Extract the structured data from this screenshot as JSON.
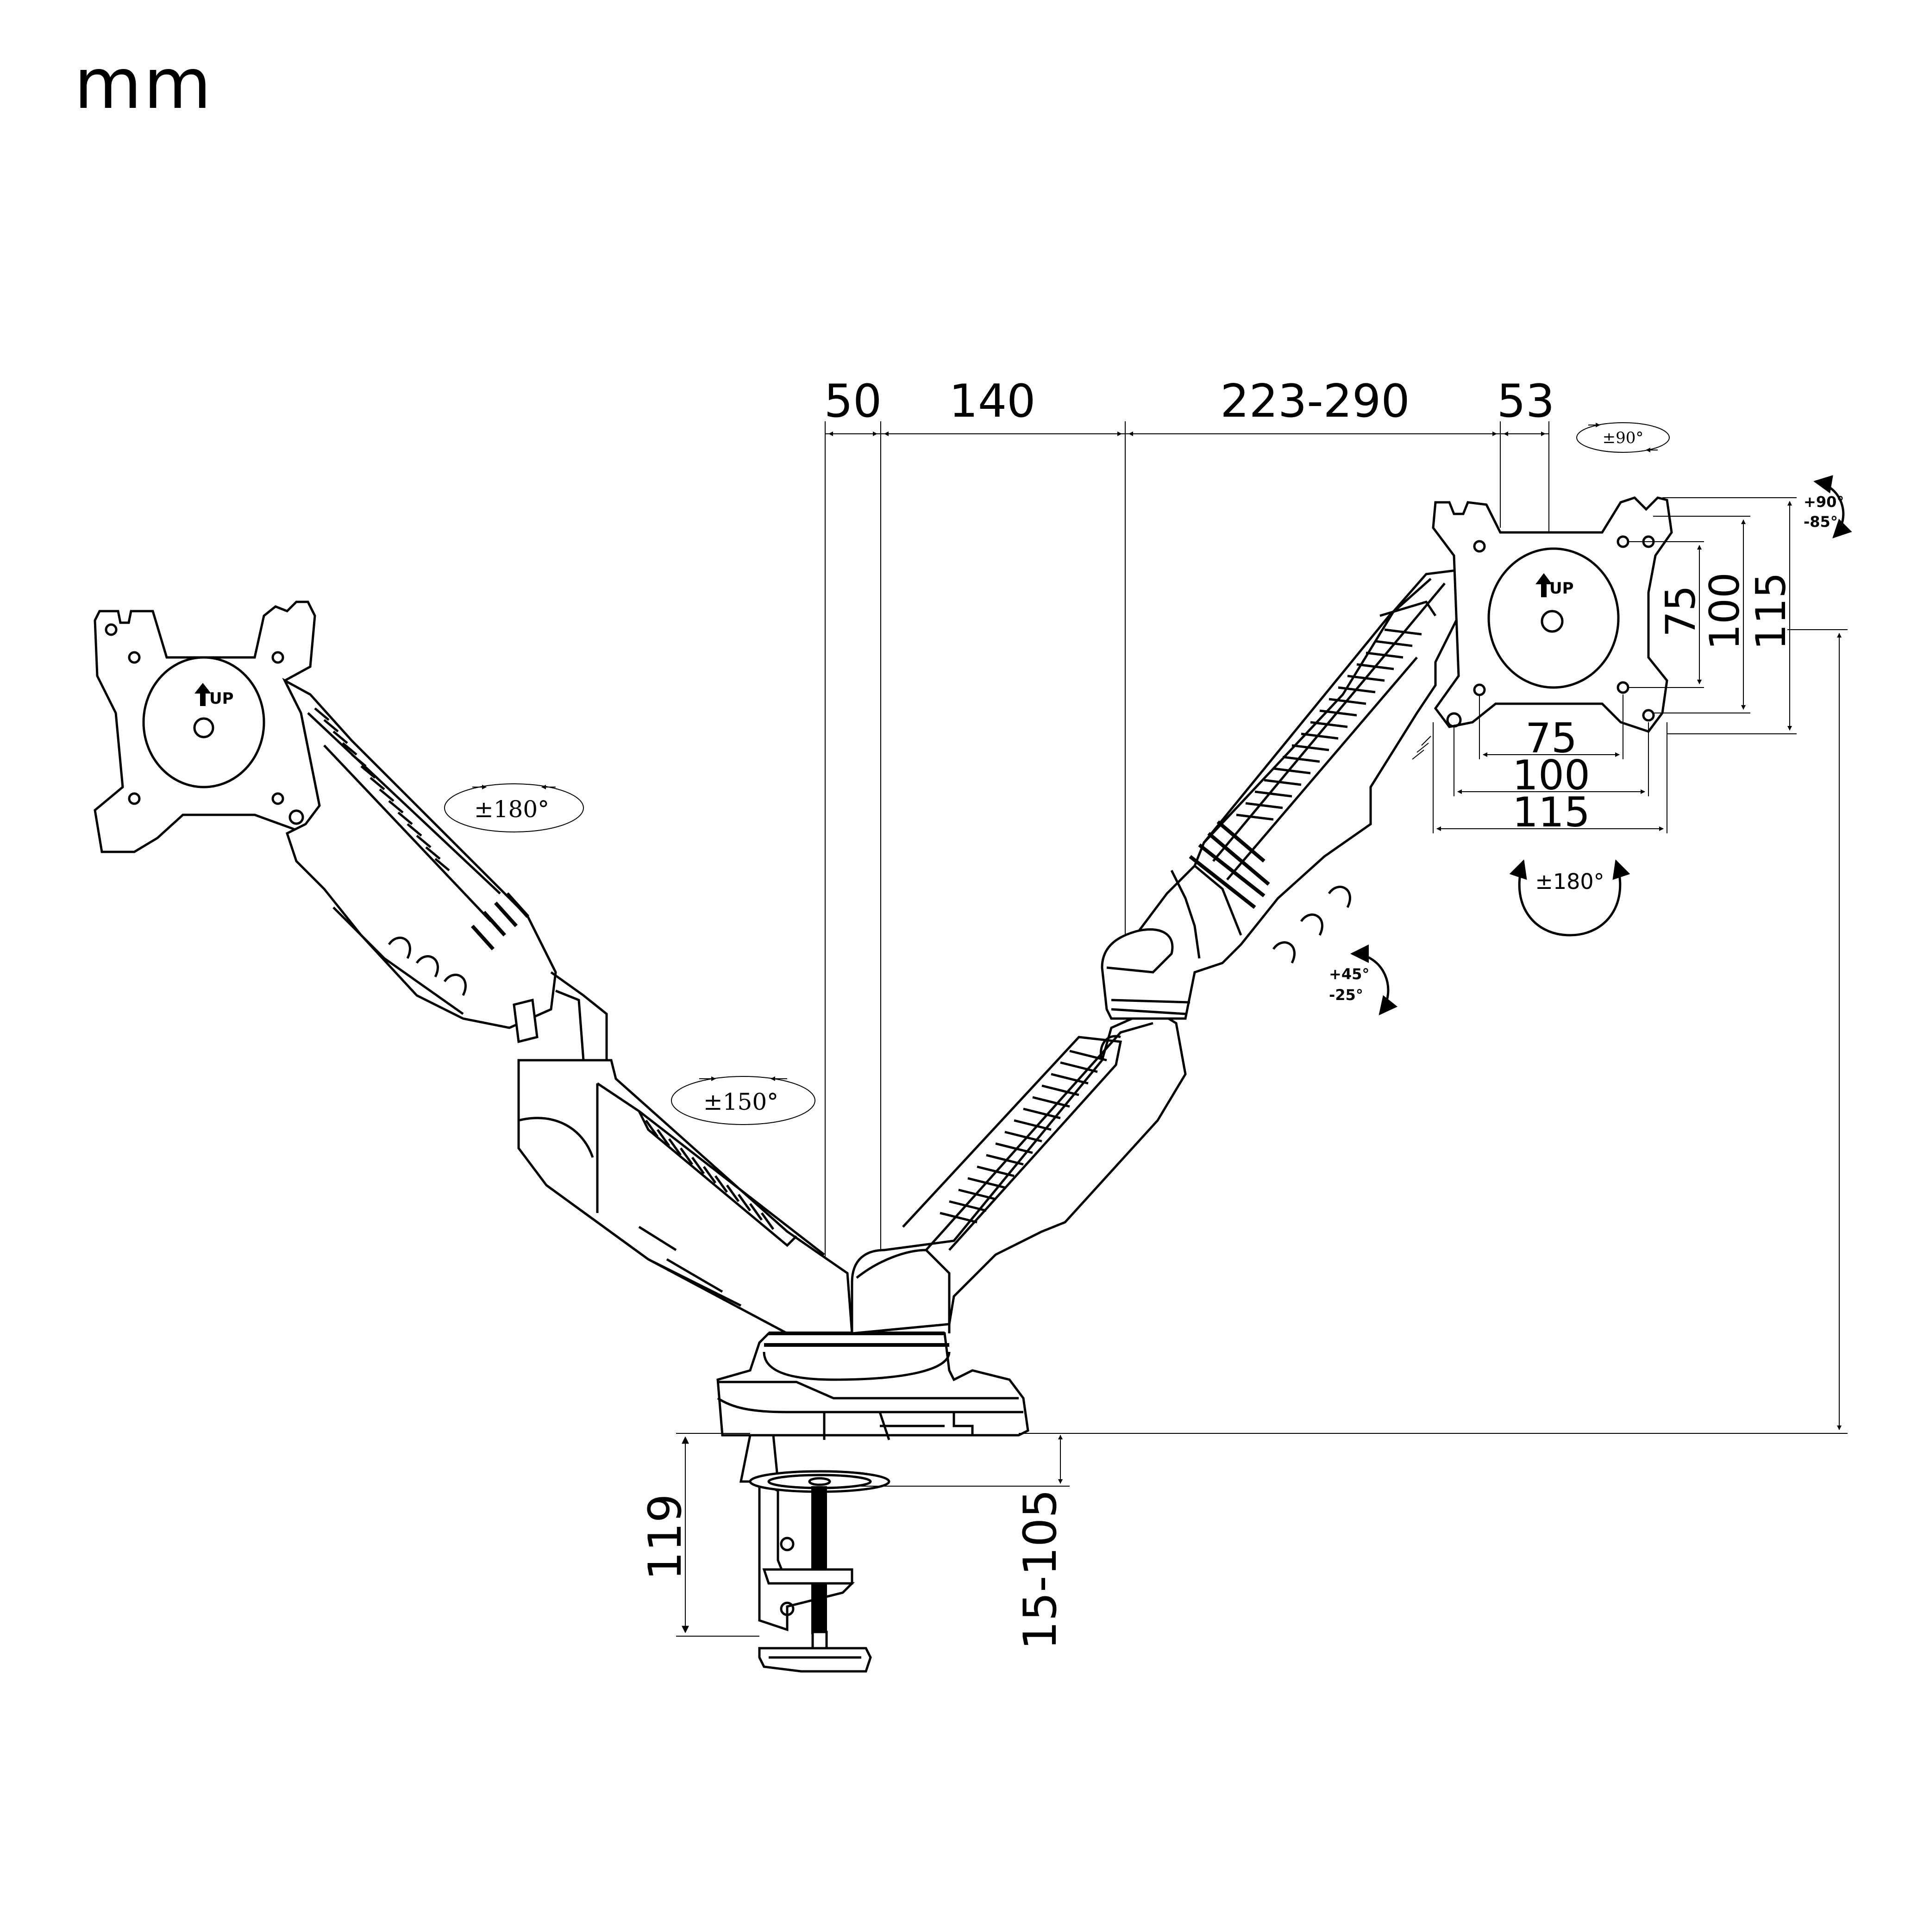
{
  "units_label": "mm",
  "dimensions": {
    "top": [
      "50",
      "140",
      "223-290",
      "53"
    ],
    "vesa_h": [
      "75",
      "100",
      "115"
    ],
    "vesa_v": [
      "75",
      "100",
      "115"
    ],
    "clamp_height": "119",
    "desk_thickness": "15-105"
  },
  "rotations": {
    "left_plate": "±180°",
    "lower_arm": "±150°",
    "top_plate": "±90°",
    "tilt_plus": "+90°",
    "tilt_minus": "-85°",
    "swivel": "±180°",
    "elev_plus": "+45°",
    "elev_minus": "-25°"
  },
  "plate_mark": "UP",
  "icons": [
    "rotation-arrow-icon",
    "up-arrow-icon"
  ]
}
